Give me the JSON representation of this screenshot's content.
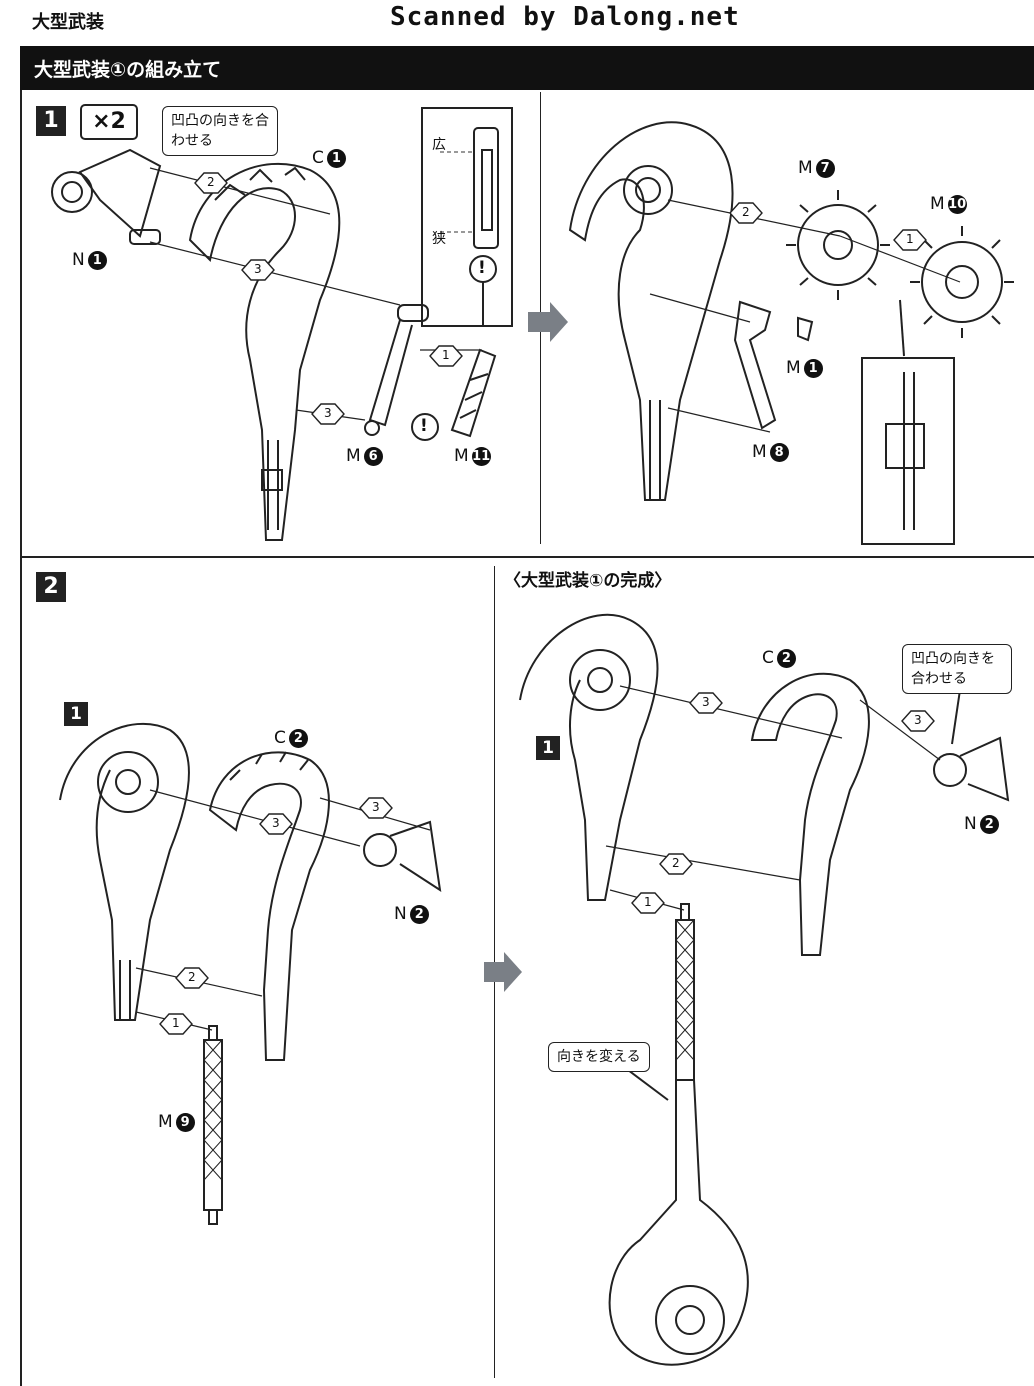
{
  "header": {
    "title": "大型武装",
    "scan_credit": "Scanned by Dalong.net"
  },
  "section": {
    "title": "大型武装①の組み立て"
  },
  "step1": {
    "number": "1",
    "quantity": "×2",
    "callout": "凹凸の向きを合わせる",
    "wide_label": "広",
    "narrow_label": "狭",
    "warning": "!",
    "parts": {
      "c1": {
        "letter": "C",
        "num": "1"
      },
      "n1": {
        "letter": "N",
        "num": "1"
      },
      "m6": {
        "letter": "M",
        "num": "6"
      },
      "m11": {
        "letter": "M",
        "num": "11"
      },
      "m7": {
        "letter": "M",
        "num": "7"
      },
      "m10": {
        "letter": "M",
        "num": "10"
      },
      "m1": {
        "letter": "M",
        "num": "1"
      },
      "m8": {
        "letter": "M",
        "num": "8"
      }
    }
  },
  "step2": {
    "number": "2",
    "sub_ref": "1",
    "parts": {
      "c2": {
        "letter": "C",
        "num": "2"
      },
      "n2": {
        "letter": "N",
        "num": "2"
      },
      "m9": {
        "letter": "M",
        "num": "9"
      }
    }
  },
  "completion": {
    "title": "〈大型武装①の完成〉",
    "sub_ref": "1",
    "callout_align": "凹凸の向きを合わせる",
    "callout_rotate": "向きを変える",
    "parts": {
      "c2": {
        "letter": "C",
        "num": "2"
      },
      "n2": {
        "letter": "N",
        "num": "2"
      }
    }
  },
  "order_steps": [
    "1",
    "2",
    "3"
  ],
  "colors": {
    "ink": "#111111",
    "header_bar": "#111111",
    "arrow_gray": "#7a7f86"
  }
}
